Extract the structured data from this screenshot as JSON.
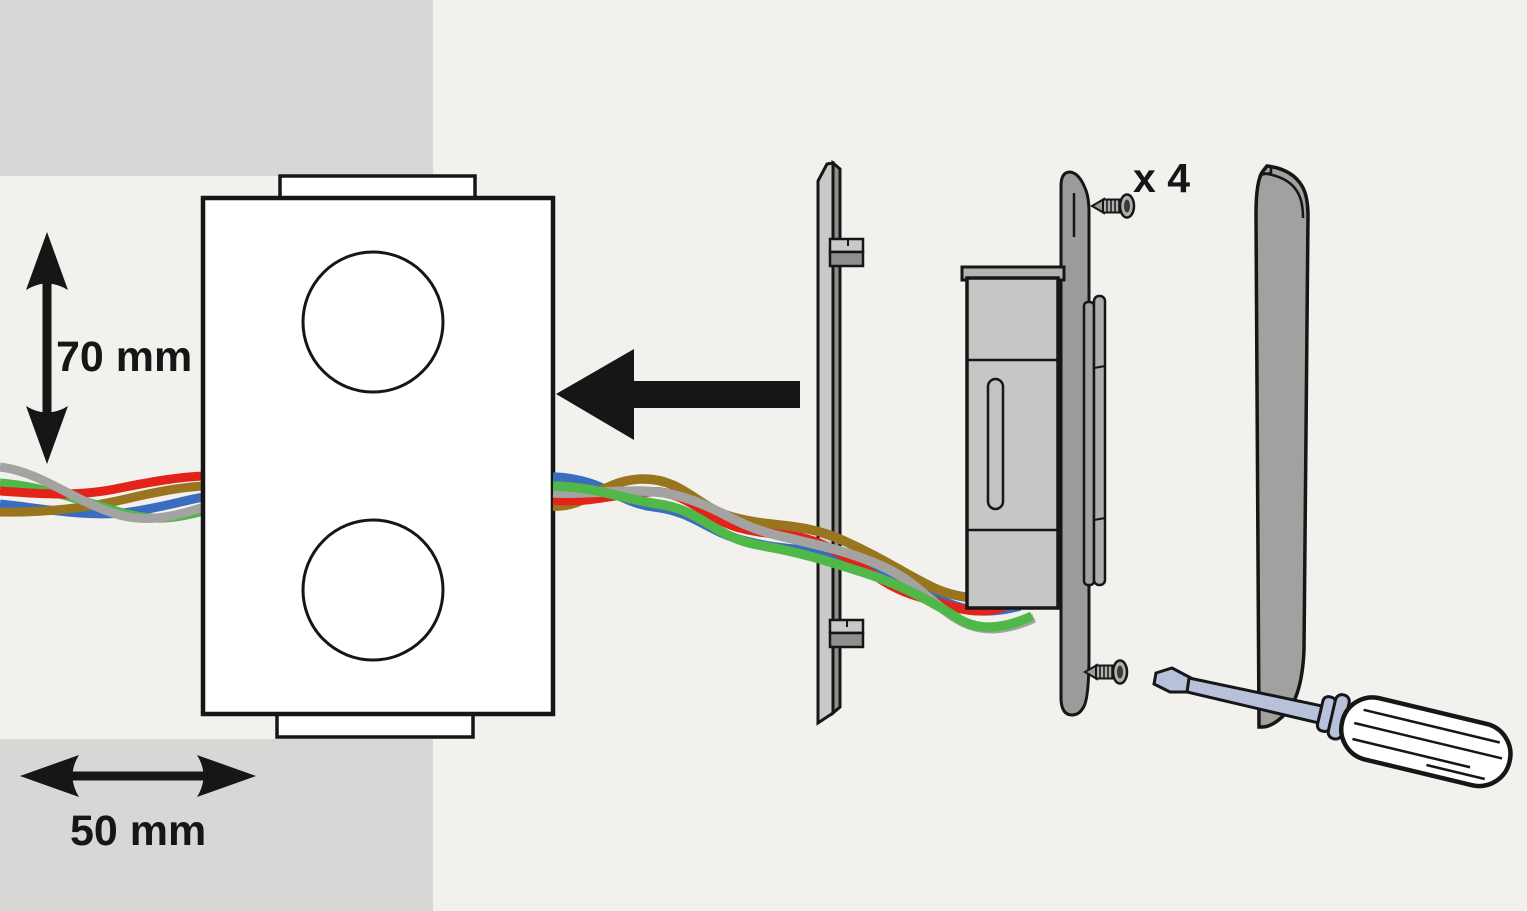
{
  "diagram": {
    "title": "wall-box installation exploded view",
    "dimensions": {
      "height_label": "70 mm",
      "width_label": "50 mm"
    },
    "screws": {
      "count_label": "x 4"
    }
  },
  "colors": {
    "background": "#f2f1ee",
    "wall_gray": "#d7d7d6",
    "outline": "#161616",
    "box_white": "#ffffff",
    "wire_red": "#e32219",
    "wire_brown": "#9a751f",
    "wire_blue": "#3a6cbf",
    "wire_green": "#50b848",
    "wire_gray": "#a3a3a1",
    "plate_face": "#c9c9c8",
    "plate_side": "#8e8e8c",
    "device_body": "#c6c6c5",
    "device_lip": "#b3b3b1",
    "device_slot": "#c3c3c2",
    "frame_dark": "#9b9b99",
    "strip_gray": "#aeaeac",
    "cover_gray": "#a1a19f",
    "screw_metal": "#b0b0ae",
    "screw_tip": "#9b9b99",
    "screw_head_center": "#3a3a38",
    "screwdriver_shaft": "#b8c1da",
    "screwdriver_handle": "#ffffff"
  }
}
